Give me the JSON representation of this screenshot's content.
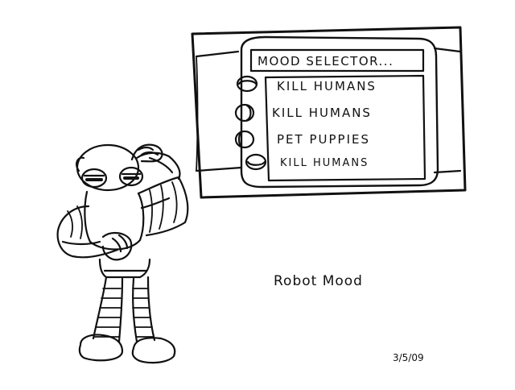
{
  "panel": {
    "title": "MOOD SELECTOR...",
    "options": [
      "KILL HUMANS",
      "KILL HUMANS",
      "PET PUPPIES",
      "KILL HUMANS"
    ]
  },
  "caption": "Robot Mood",
  "date": "3/5/09",
  "colors": {
    "ink": "#111111",
    "paper": "#ffffff"
  }
}
